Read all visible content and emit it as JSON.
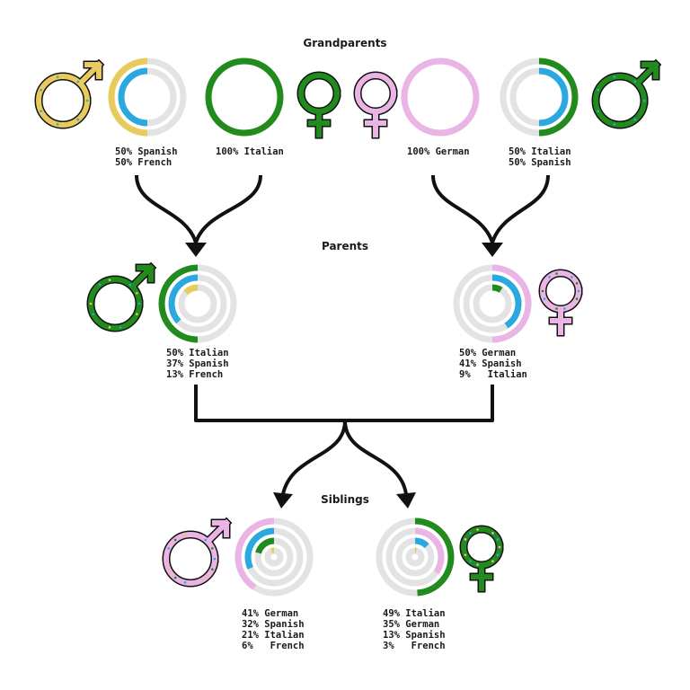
{
  "colors": {
    "Italian": "#228b1e",
    "Spanish": "#29a9df",
    "French": "#e8cb5c",
    "German": "#eab5e4",
    "track": "#e3e3e3"
  },
  "generations": {
    "grandparents": "Grandparents",
    "parents": "Parents",
    "siblings": "Siblings"
  },
  "people": [
    {
      "id": "gp1",
      "sex": "male",
      "lines": [
        "50% Spanish",
        "50% French"
      ],
      "rings": [
        [
          "French",
          0.5
        ],
        [
          "Spanish",
          0.5
        ]
      ]
    },
    {
      "id": "gp2",
      "sex": "female",
      "lines": [
        "100% Italian"
      ],
      "rings": [
        [
          "Italian",
          1.0
        ]
      ]
    },
    {
      "id": "gp3",
      "sex": "female",
      "lines": [
        "100% German"
      ],
      "rings": [
        [
          "German",
          1.0
        ]
      ]
    },
    {
      "id": "gp4",
      "sex": "male",
      "lines": [
        "50% Italian",
        "50% Spanish"
      ],
      "rings": [
        [
          "Italian",
          0.5
        ],
        [
          "Spanish",
          0.5
        ]
      ]
    },
    {
      "id": "p1",
      "sex": "male",
      "lines": [
        "50% Italian",
        "37% Spanish",
        "13% French"
      ],
      "rings": [
        [
          "Italian",
          0.5
        ],
        [
          "Spanish",
          0.37
        ],
        [
          "French",
          0.13
        ]
      ]
    },
    {
      "id": "p2",
      "sex": "female",
      "lines": [
        "50% German",
        "41% Spanish",
        "9%   Italian"
      ],
      "rings": [
        [
          "German",
          0.5
        ],
        [
          "Spanish",
          0.41
        ],
        [
          "Italian",
          0.09
        ]
      ]
    },
    {
      "id": "s1",
      "sex": "male",
      "lines": [
        "41% German",
        "32% Spanish",
        "21% Italian",
        "6%   French"
      ],
      "rings": [
        [
          "German",
          0.41
        ],
        [
          "Spanish",
          0.32
        ],
        [
          "Italian",
          0.21
        ],
        [
          "French",
          0.06
        ]
      ]
    },
    {
      "id": "s2",
      "sex": "female",
      "lines": [
        "49% Italian",
        "35% German",
        "13% Spanish",
        "3%   French"
      ],
      "rings": [
        [
          "Italian",
          0.49
        ],
        [
          "German",
          0.35
        ],
        [
          "Spanish",
          0.13
        ],
        [
          "French",
          0.03
        ]
      ]
    }
  ]
}
